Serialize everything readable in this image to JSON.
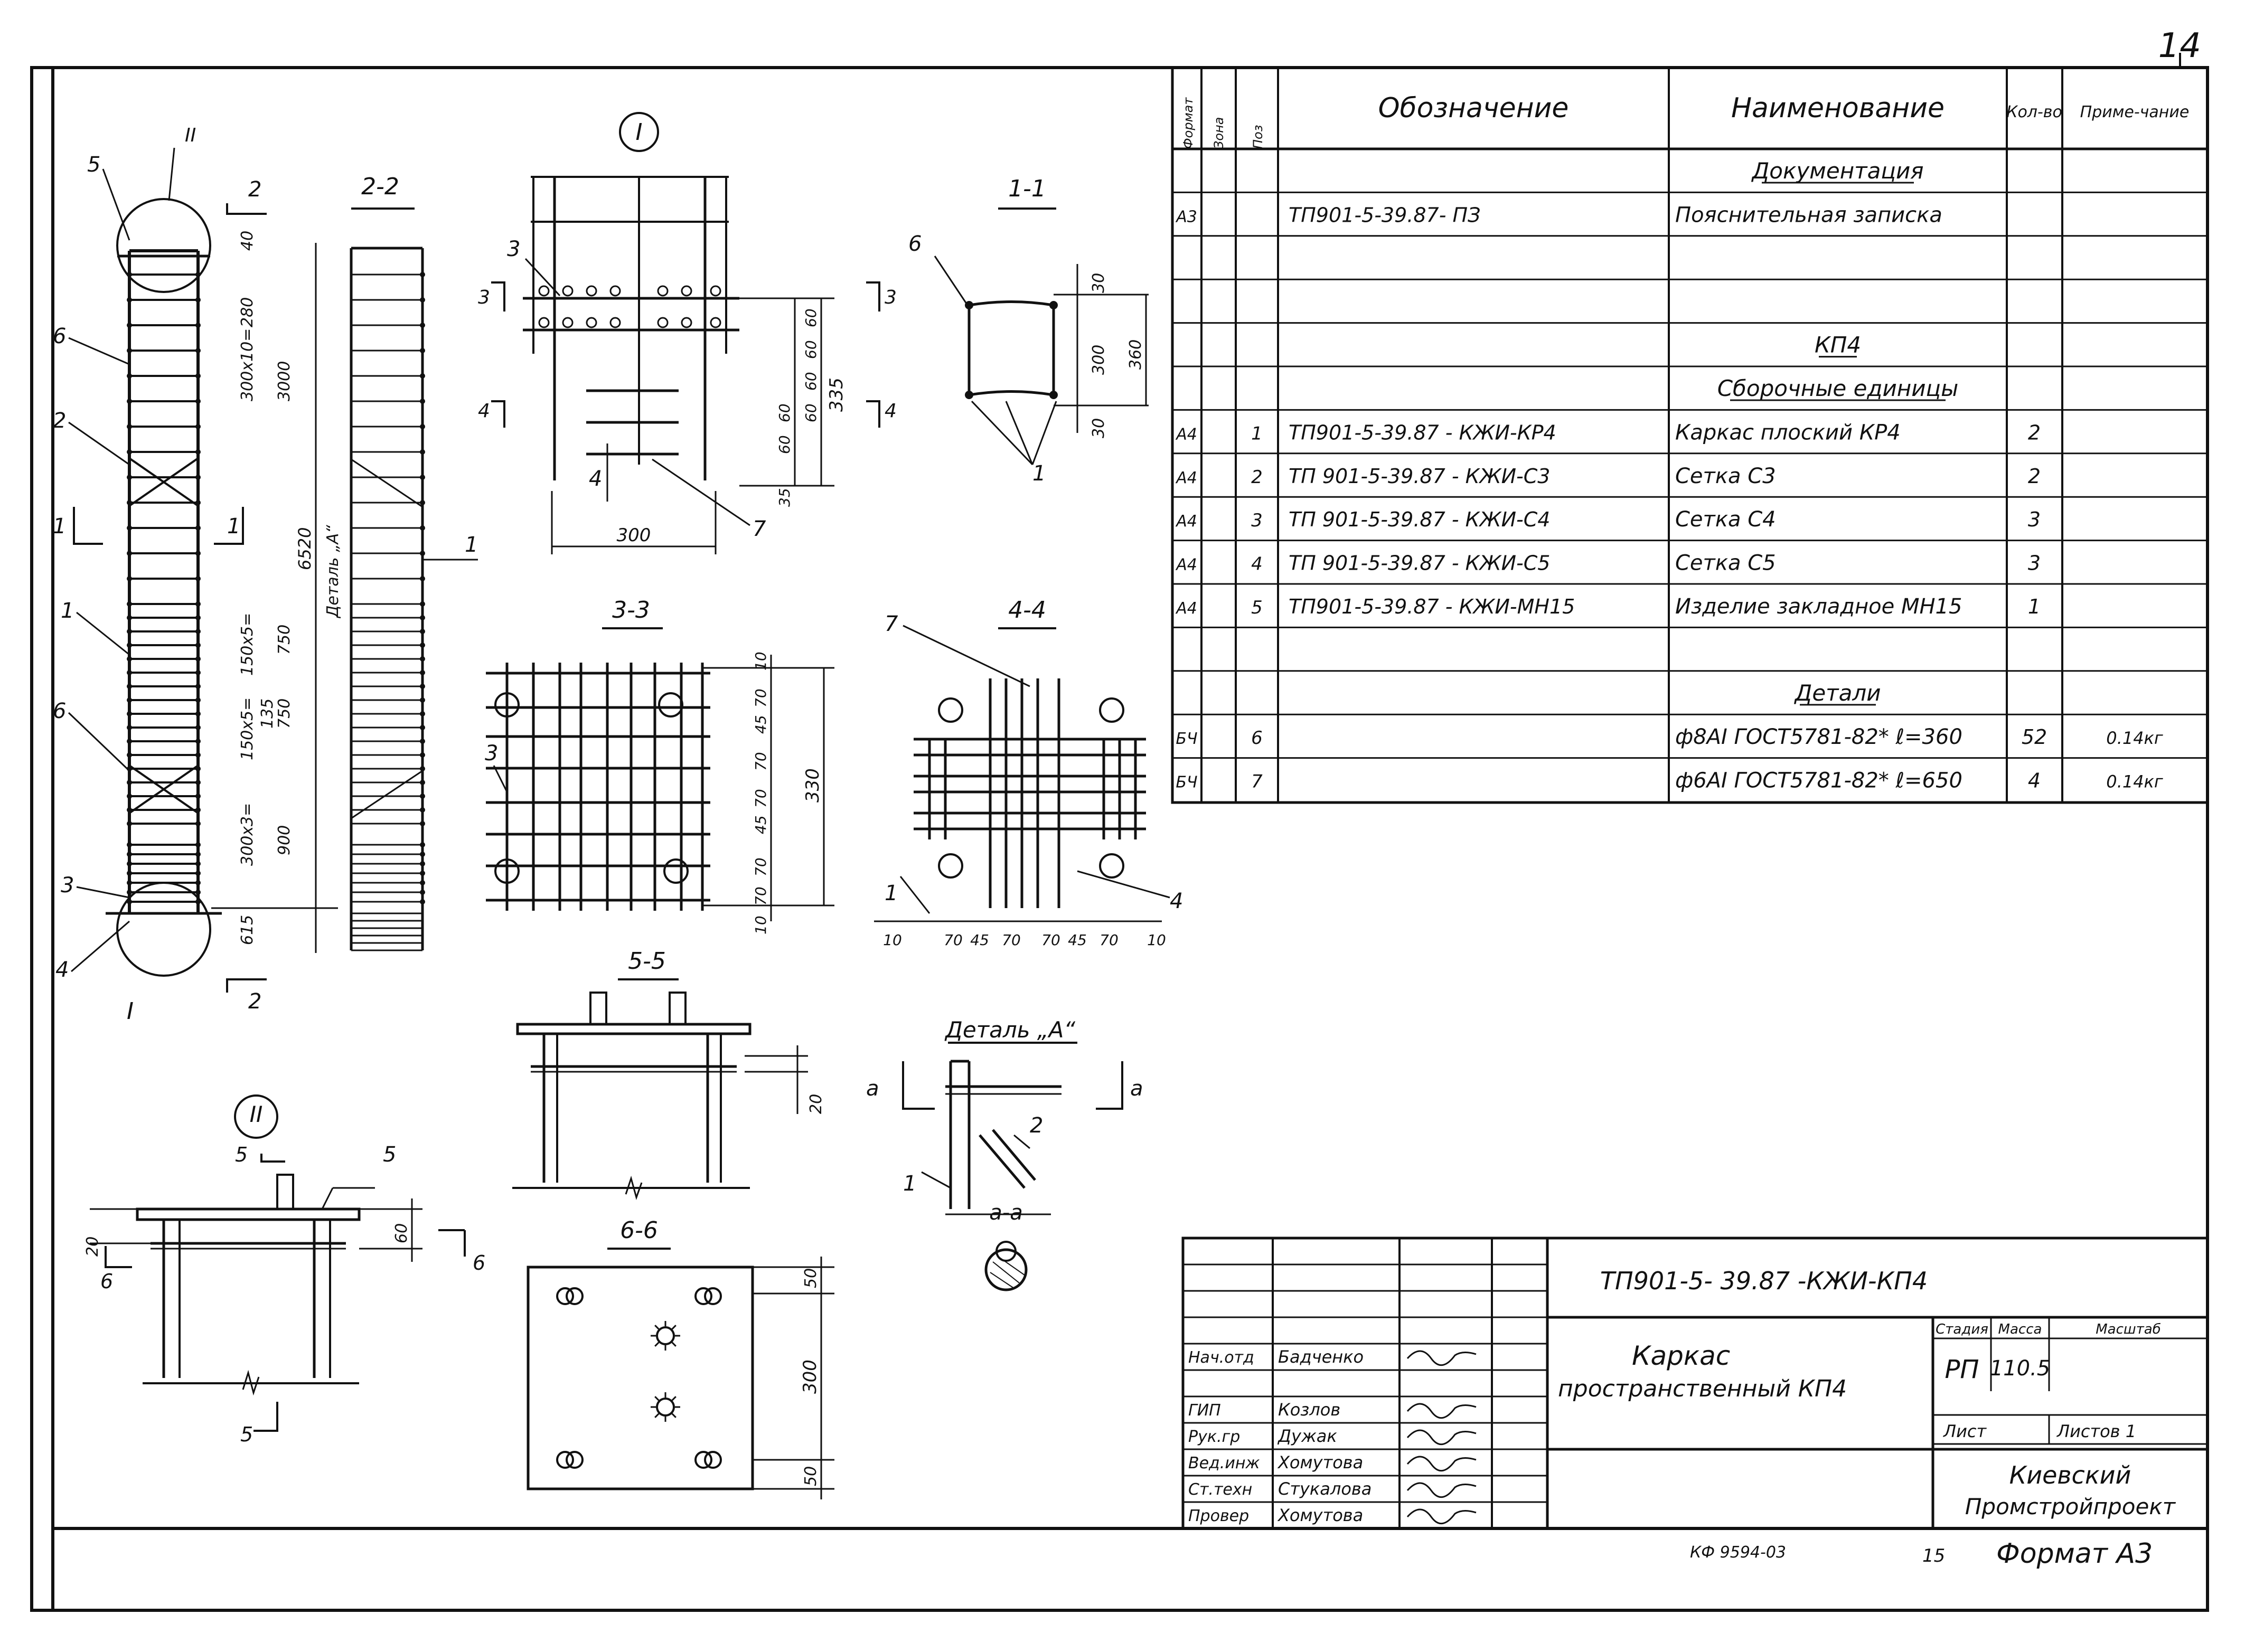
{
  "sheet": {
    "page_number": "14",
    "bottom_code": "КФ 9594-03",
    "bottom_number": "15",
    "format": "Формат А3"
  },
  "drawing": {
    "views": {
      "s1": "1-1",
      "s2": "2-2",
      "s3": "3-3",
      "s4": "4-4",
      "s5": "5-5",
      "s6": "6-6",
      "node1": "I",
      "node2": "II",
      "detail_a": "Деталь „А“",
      "section_aa": "а-а"
    },
    "col_dims": [
      "40",
      "300х10=",
      "280",
      "3000",
      "6520",
      "150х5=",
      "750",
      "135",
      "750",
      "150х5=",
      "900",
      "300х3=",
      "615"
    ],
    "col_label": "Деталь „А“",
    "node1_dims": [
      "60",
      "60",
      "60",
      "60",
      "60",
      "60",
      "335",
      "35",
      "300"
    ],
    "s11_dims": [
      "30",
      "300",
      "360",
      "30"
    ],
    "s33_dims": [
      "10",
      "70",
      "45",
      "70",
      "70",
      "45",
      "70",
      "70",
      "10",
      "330"
    ],
    "s44_dims": [
      "10",
      "70",
      "45",
      "70",
      "70",
      "45",
      "70",
      "10"
    ],
    "s55_dims": [
      "20"
    ],
    "node2_dims": [
      "20",
      "60"
    ],
    "s66_dims": [
      "50",
      "300",
      "50"
    ],
    "marks": [
      "1",
      "2",
      "3",
      "4",
      "5",
      "6",
      "7"
    ],
    "cut_letters": [
      "2",
      "1",
      "3",
      "4",
      "5",
      "6",
      "а"
    ]
  },
  "spec": {
    "header": {
      "format": "Формат",
      "zone": "Зона",
      "pos": "Поз",
      "designation": "Обозначение",
      "name": "Наименование",
      "qty": "Кол-во",
      "note": "Приме-чание"
    },
    "rows": [
      {
        "format": "",
        "pos": "",
        "designation": "",
        "name": "Документация",
        "qty": "",
        "note": ""
      },
      {
        "format": "А3",
        "pos": "",
        "designation": "ТП901-5-39.87- ПЗ",
        "name": "Пояснительная записка",
        "qty": "",
        "note": ""
      },
      {
        "format": "",
        "pos": "",
        "designation": "",
        "name": "",
        "qty": "",
        "note": ""
      },
      {
        "format": "",
        "pos": "",
        "designation": "",
        "name": "",
        "qty": "",
        "note": ""
      },
      {
        "format": "",
        "pos": "",
        "designation": "",
        "name": "КП4",
        "qty": "",
        "note": ""
      },
      {
        "format": "",
        "pos": "",
        "designation": "",
        "name": "Сборочные единицы",
        "qty": "",
        "note": ""
      },
      {
        "format": "А4",
        "pos": "1",
        "designation": "ТП901-5-39.87 - КЖИ-КР4",
        "name": "Каркас плоский КР4",
        "qty": "2",
        "note": ""
      },
      {
        "format": "А4",
        "pos": "2",
        "designation": "ТП 901-5-39.87 - КЖИ-С3",
        "name": "Сетка С3",
        "qty": "2",
        "note": ""
      },
      {
        "format": "А4",
        "pos": "3",
        "designation": "ТП 901-5-39.87 - КЖИ-С4",
        "name": "Сетка С4",
        "qty": "3",
        "note": ""
      },
      {
        "format": "А4",
        "pos": "4",
        "designation": "ТП 901-5-39.87 - КЖИ-С5",
        "name": "Сетка С5",
        "qty": "3",
        "note": ""
      },
      {
        "format": "А4",
        "pos": "5",
        "designation": "ТП901-5-39.87 - КЖИ-МН15",
        "name": "Изделие закладное МН15",
        "qty": "1",
        "note": ""
      },
      {
        "format": "",
        "pos": "",
        "designation": "",
        "name": "",
        "qty": "",
        "note": ""
      },
      {
        "format": "",
        "pos": "",
        "designation": "",
        "name": "Детали",
        "qty": "",
        "note": ""
      },
      {
        "format": "БЧ",
        "pos": "6",
        "designation": "",
        "name": "ф8АI ГОСТ5781-82* ℓ=360",
        "qty": "52",
        "note": "0.14кг"
      },
      {
        "format": "БЧ",
        "pos": "7",
        "designation": "",
        "name": "ф6АI ГОСТ5781-82* ℓ=650",
        "qty": "4",
        "note": "0.14кг"
      }
    ]
  },
  "title_block": {
    "code": "ТП901-5- 39.87     -КЖИ-КП4",
    "title_line1": "Каркас",
    "title_line2": "пространственный КП4",
    "stage_label": "Стадия",
    "mass_label": "Масса",
    "scale_label": "Масштаб",
    "stage": "РП",
    "mass": "110.5",
    "scale": "",
    "sheet_label": "Лист",
    "sheets_label": "Листов 1",
    "org_line1": "Киевский",
    "org_line2": "Промстройпроект",
    "signers": [
      {
        "role": "Нач.отд",
        "name": "Бадченко"
      },
      {
        "role": "",
        "name": ""
      },
      {
        "role": "ГИП",
        "name": "Козлов"
      },
      {
        "role": "Рук.гр",
        "name": "Дужак"
      },
      {
        "role": "Вед.инж",
        "name": "Хомутова"
      },
      {
        "role": "Ст.техн",
        "name": "Стукалова"
      },
      {
        "role": "Провер",
        "name": "Хомутова"
      }
    ]
  }
}
